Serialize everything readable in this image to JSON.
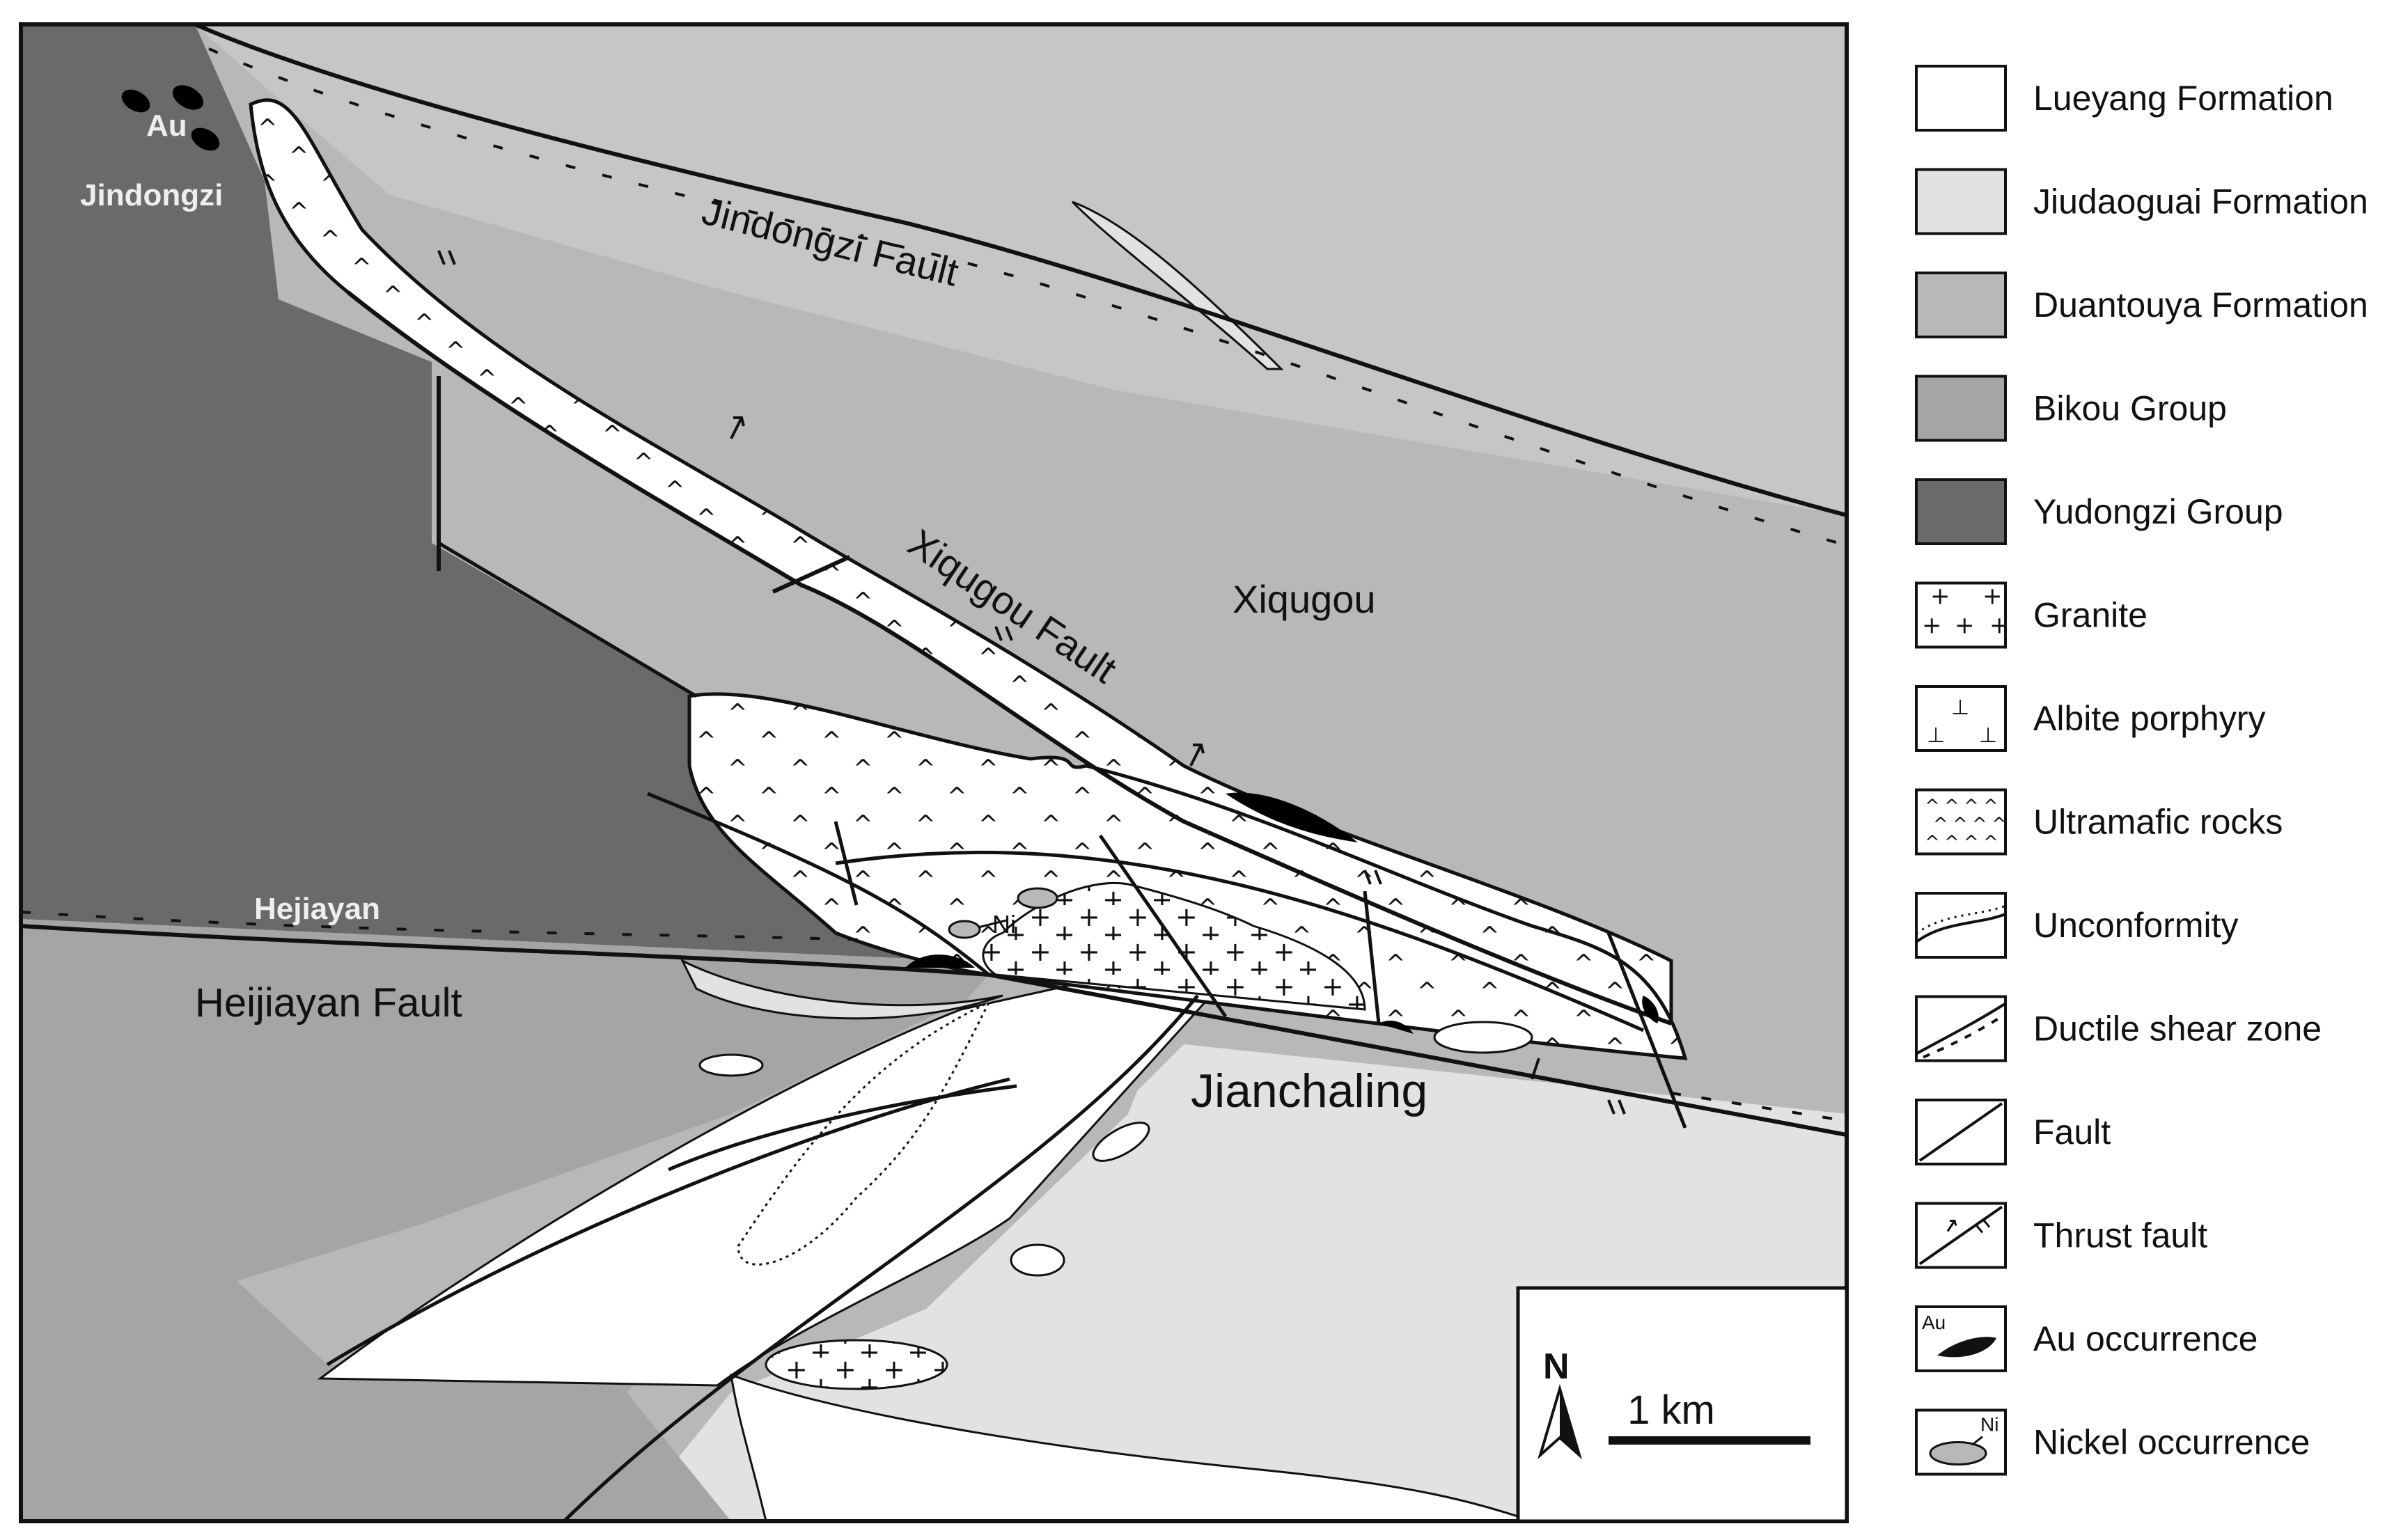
{
  "map": {
    "places": {
      "au": "Au",
      "jindongzi": "Jindongzi",
      "xiqugou": "Xiqugou",
      "hejiayan": "Hejiayan",
      "jianchaling": "Jianchaling",
      "ni": "Ni"
    },
    "faults": {
      "jindongzi": "Jindongzi Fault",
      "xiqugou": "Xiqugou Fault",
      "heijiayan": "Heijiayan Fault"
    },
    "north": "N",
    "scale": "1 km"
  },
  "legend": {
    "items": [
      {
        "label": "Lueyang Formation",
        "fill": "#ffffff"
      },
      {
        "label": "Jiudaoguai Formation",
        "fill": "#e2e2e2"
      },
      {
        "label": "Duantouya Formation",
        "fill": "#b8b8b8"
      },
      {
        "label": "Bikou Group",
        "fill": "#a5a5a5"
      },
      {
        "label": "Yudongzi Group",
        "fill": "#6a6a6a"
      },
      {
        "label": "Granite",
        "symbol": "granite-icon"
      },
      {
        "label": "Albite porphyry",
        "symbol": "albite-porphyry-icon"
      },
      {
        "label": "Ultramafic rocks",
        "symbol": "ultramafic-icon"
      },
      {
        "label": "Unconformity",
        "symbol": "unconformity-icon"
      },
      {
        "label": "Ductile shear zone",
        "symbol": "ductile-shear-zone-icon"
      },
      {
        "label": "Fault",
        "symbol": "fault-icon"
      },
      {
        "label": "Thrust fault",
        "symbol": "thrust-fault-icon"
      },
      {
        "label": "Au occurrence",
        "symbol": "au-occurrence-icon",
        "symbol_text": "Au"
      },
      {
        "label": "Nickel occurrence",
        "symbol": "nickel-occurrence-icon",
        "symbol_text": "Ni"
      }
    ]
  },
  "colors": {
    "lueyang": "#ffffff",
    "jiudaoguai": "#e2e2e2",
    "duantouya": "#b8b8b8",
    "bikou": "#a5a5a5",
    "yudongzi": "#6a6a6a",
    "ink": "#111111"
  }
}
